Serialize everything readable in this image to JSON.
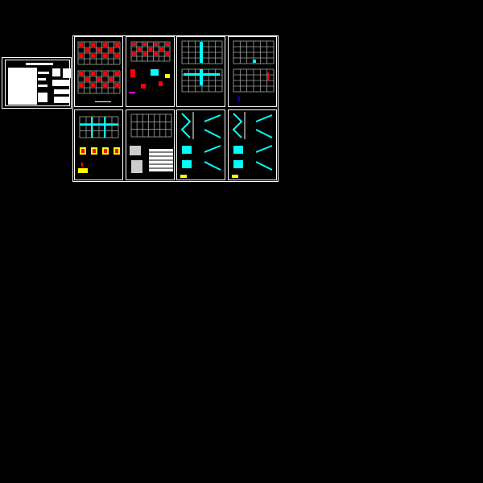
{
  "colors": {
    "background": "#000000",
    "frame": "#ffffff",
    "grid": "#a0a0a0",
    "axis_dots": "#00ff00",
    "walls": "#ff0000",
    "columns": "#00ffff",
    "highlight": "#ffff00",
    "accent": "#ff00ff",
    "blue": "#0000ff"
  },
  "sheets": [
    {
      "kind": "plan-red"
    },
    {
      "kind": "plan-details"
    },
    {
      "kind": "plan-cyan"
    },
    {
      "kind": "plan-gray"
    },
    {
      "kind": "foundation"
    },
    {
      "kind": "grid-table"
    },
    {
      "kind": "stairs"
    },
    {
      "kind": "stairs"
    }
  ]
}
